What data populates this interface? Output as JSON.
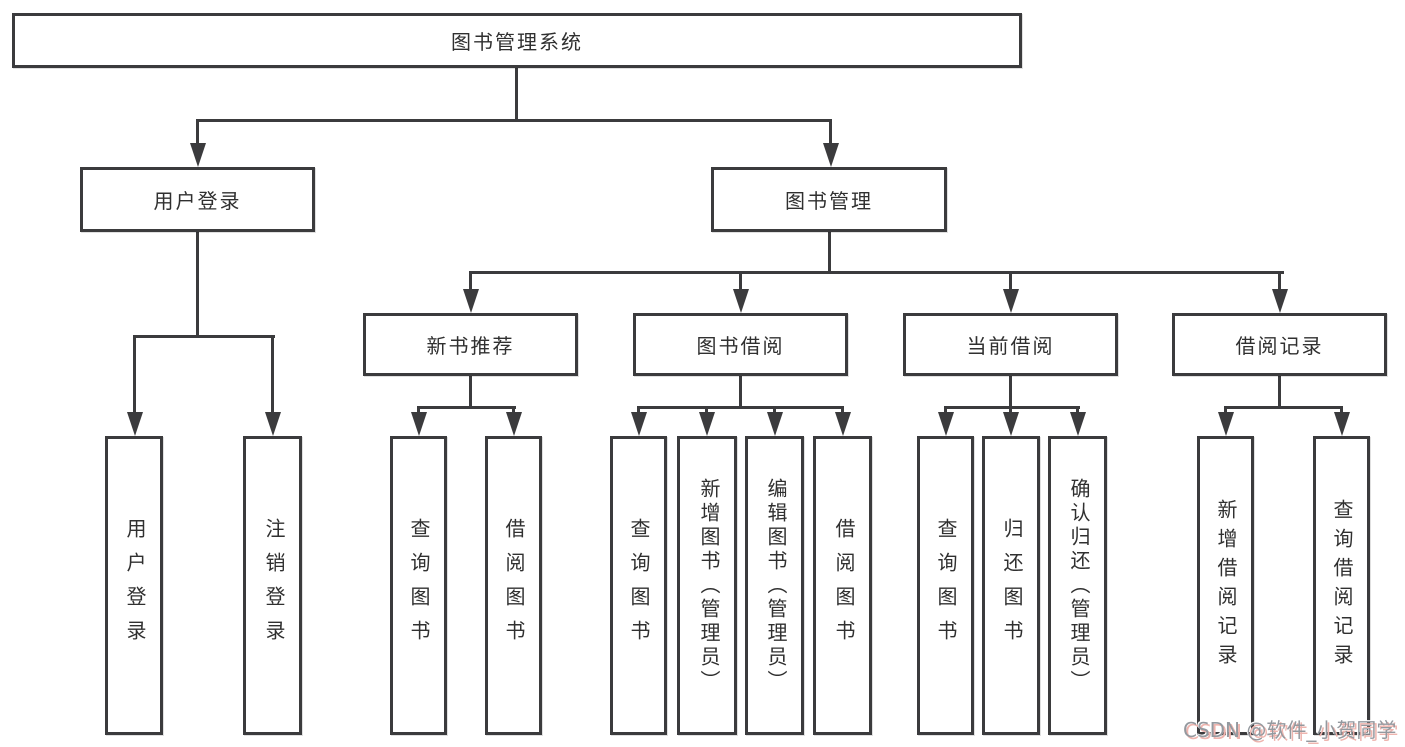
{
  "diagram": {
    "root": {
      "label": "图书管理系统"
    },
    "level1": [
      {
        "label": "用户登录"
      },
      {
        "label": "图书管理"
      }
    ],
    "level2": [
      {
        "label": "新书推荐",
        "parent": "图书管理"
      },
      {
        "label": "图书借阅",
        "parent": "图书管理"
      },
      {
        "label": "当前借阅",
        "parent": "图书管理"
      },
      {
        "label": "借阅记录",
        "parent": "图书管理"
      }
    ],
    "leaves": [
      {
        "label": "用户登录",
        "parent": "用户登录"
      },
      {
        "label": "注销登录",
        "parent": "用户登录"
      },
      {
        "label": "查询图书",
        "parent": "新书推荐"
      },
      {
        "label": "借阅图书",
        "parent": "新书推荐"
      },
      {
        "label": "查询图书",
        "parent": "图书借阅"
      },
      {
        "label": "新增图书（管理员）",
        "parent": "图书借阅"
      },
      {
        "label": "编辑图书（管理员）",
        "parent": "图书借阅"
      },
      {
        "label": "借阅图书",
        "parent": "图书借阅"
      },
      {
        "label": "查询图书",
        "parent": "当前借阅"
      },
      {
        "label": "归还图书",
        "parent": "当前借阅"
      },
      {
        "label": "确认归还（管理员）",
        "parent": "当前借阅"
      },
      {
        "label": "新增借阅记录",
        "parent": "借阅记录"
      },
      {
        "label": "查询借阅记录",
        "parent": "借阅记录"
      }
    ]
  },
  "watermark": {
    "text": "CSDN @软件_小贺同学"
  },
  "colors": {
    "line": "#3b3b3d",
    "text": "#303030",
    "background": "#ffffff",
    "watermark_color": "#94999f",
    "watermark_shadow": "#eeb4ae"
  }
}
